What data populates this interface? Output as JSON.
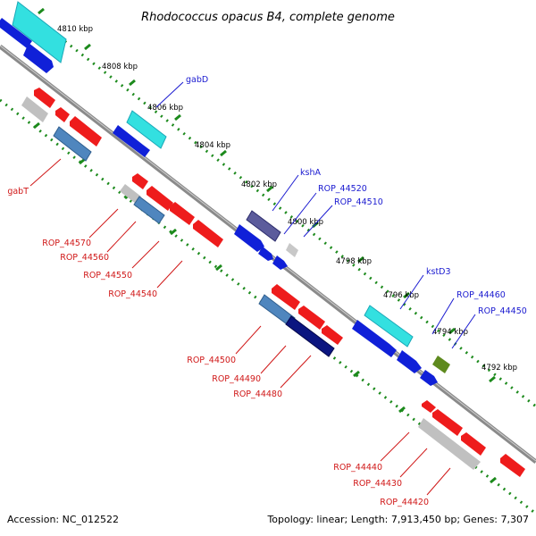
{
  "title": "Rhodococcus opacus B4, complete genome",
  "footer": {
    "accession": "Accession: NC_012522",
    "topology": "Topology: linear; Length: 7,913,450 bp; Genes: 7,307"
  },
  "colors": {
    "cyan": "#33e0e0",
    "blue": "#1020d8",
    "red": "#ee1c1c",
    "gray": "#b4b4b4",
    "steel": "#4f86be",
    "navy": "#0b1580",
    "slate": "#5c5c9c",
    "olive": "#5e8a1e",
    "backbone": "#8a8a8a",
    "tick_dot": "#1c8a1c",
    "label_top": "#1a1ad0",
    "label_bottom": "#d01818"
  },
  "ticks": [
    "4810 kbp",
    "4808 kbp",
    "4806 kbp",
    "4804 kbp",
    "4802 kbp",
    "4800 kbp",
    "4798 kbp",
    "4796 kbp",
    "4794 kbp",
    "4792 kbp"
  ],
  "top_labels": [
    "gabD",
    "kshA",
    "ROP_44520",
    "ROP_44510",
    "kstD3",
    "ROP_44460",
    "ROP_44450"
  ],
  "bottom_labels": [
    "gabT",
    "ROP_44570",
    "ROP_44560",
    "ROP_44550",
    "ROP_44540",
    "ROP_44500",
    "ROP_44490",
    "ROP_44480",
    "ROP_44440",
    "ROP_44430",
    "ROP_44420"
  ]
}
